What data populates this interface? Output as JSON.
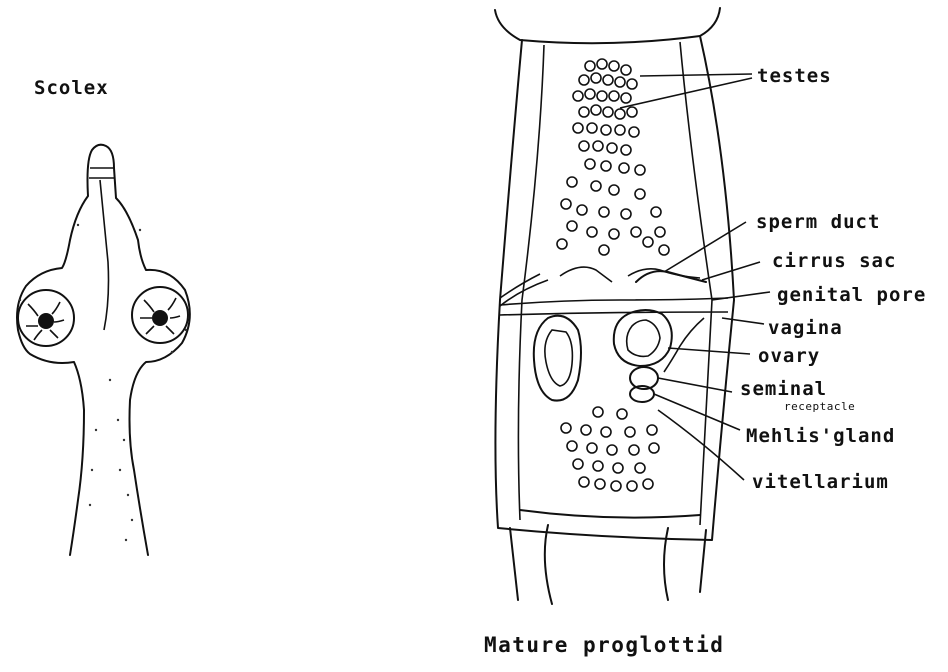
{
  "scolex": {
    "title": "Scolex"
  },
  "proglottid": {
    "title": "Mature proglottid",
    "labels": {
      "testes": "testes",
      "sperm_duct": "sperm duct",
      "cirrus_sac": "cirrus sac",
      "genital_pore": "genital pore",
      "vagina": "vagina",
      "ovary": "ovary",
      "seminal": "seminal",
      "receptacle": "receptacle",
      "mehlis_gland": "Mehlis'gland",
      "vitellarium": "vitellarium"
    }
  },
  "colors": {
    "ink": "#111111",
    "background": "#ffffff"
  }
}
